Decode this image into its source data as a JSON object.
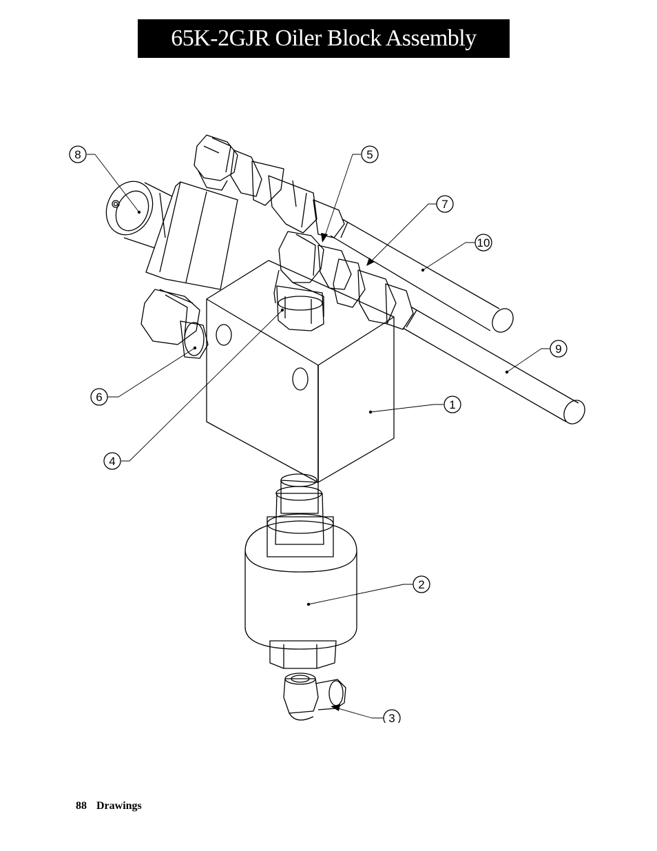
{
  "title": "65K-2GJR Oiler Block Assembly",
  "footer": {
    "page_number": "88",
    "section": "Drawings"
  },
  "callouts": [
    "1",
    "2",
    "3",
    "4",
    "5",
    "6",
    "7",
    "8",
    "9",
    "10"
  ]
}
